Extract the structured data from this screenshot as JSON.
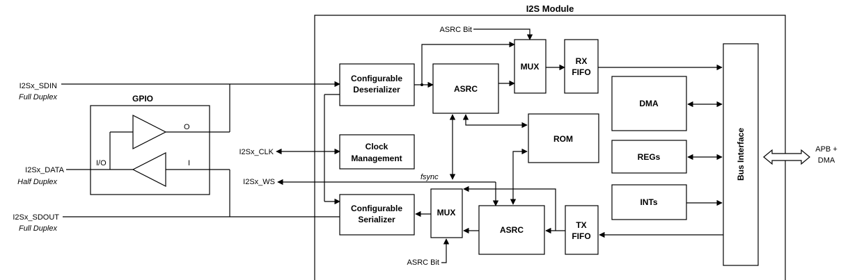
{
  "module_title": "I2S Module",
  "gpio_title": "GPIO",
  "gpio_port_o": "O",
  "gpio_port_io": "I/O",
  "gpio_port_i": "I",
  "signals": {
    "sdin": "I2Sx_SDIN",
    "sdin_mode": "Full Duplex",
    "data": "I2Sx_DATA",
    "data_mode": "Half Duplex",
    "sdout": "I2Sx_SDOUT",
    "sdout_mode": "Full Duplex",
    "clk": "I2Sx_CLK",
    "ws": "I2Sx_WS",
    "apb_line1": "APB +",
    "apb_line2": "DMA"
  },
  "blocks": {
    "deser_line1": "Configurable",
    "deser_line2": "Deserializer",
    "clock_line1": "Clock",
    "clock_line2": "Management",
    "ser_line1": "Configurable",
    "ser_line2": "Serializer",
    "asrc_top": "ASRC",
    "asrc_bottom": "ASRC",
    "mux_top": "MUX",
    "mux_bottom": "MUX",
    "rx_line1": "RX",
    "rx_line2": "FIFO",
    "tx_line1": "TX",
    "tx_line2": "FIFO",
    "rom": "ROM",
    "dma": "DMA",
    "regs": "REGs",
    "ints": "INTs",
    "bus": "Bus Interface"
  },
  "annotations": {
    "asrc_bit_top": "ASRC Bit",
    "asrc_bit_bottom": "ASRC Bit",
    "fsync": "fsync"
  }
}
